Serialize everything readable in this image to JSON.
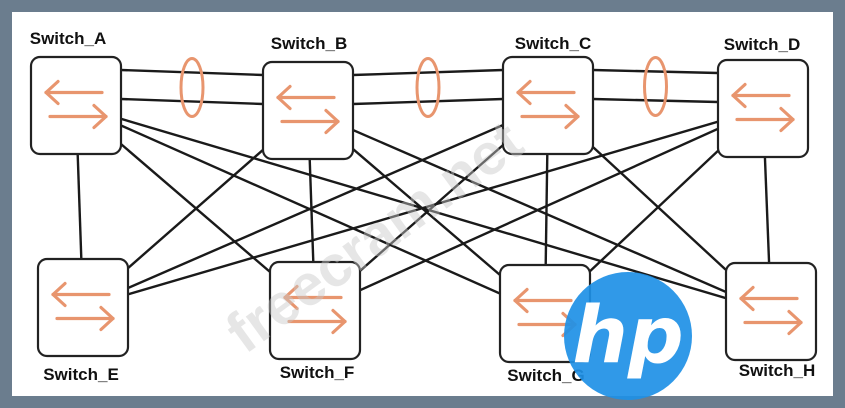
{
  "diagram": {
    "switches": [
      {
        "id": "A",
        "label": "Switch_A"
      },
      {
        "id": "B",
        "label": "Switch_B"
      },
      {
        "id": "C",
        "label": "Switch_C"
      },
      {
        "id": "D",
        "label": "Switch_D"
      },
      {
        "id": "E",
        "label": "Switch_E"
      },
      {
        "id": "F",
        "label": "Switch_F"
      },
      {
        "id": "G",
        "label": "Switch_G"
      },
      {
        "id": "H",
        "label": "Switch_H"
      }
    ],
    "links": [
      [
        "A",
        "B"
      ],
      [
        "A",
        "B"
      ],
      [
        "B",
        "C"
      ],
      [
        "B",
        "C"
      ],
      [
        "C",
        "D"
      ],
      [
        "C",
        "D"
      ],
      [
        "A",
        "E"
      ],
      [
        "A",
        "F"
      ],
      [
        "A",
        "G"
      ],
      [
        "A",
        "H"
      ],
      [
        "B",
        "E"
      ],
      [
        "B",
        "F"
      ],
      [
        "B",
        "G"
      ],
      [
        "B",
        "H"
      ],
      [
        "C",
        "E"
      ],
      [
        "C",
        "F"
      ],
      [
        "C",
        "G"
      ],
      [
        "C",
        "H"
      ],
      [
        "D",
        "E"
      ],
      [
        "D",
        "F"
      ],
      [
        "D",
        "G"
      ],
      [
        "D",
        "H"
      ]
    ],
    "link_aggregations": [
      [
        "A",
        "B"
      ],
      [
        "B",
        "C"
      ],
      [
        "C",
        "D"
      ]
    ]
  },
  "watermark": {
    "text": "freecram.net"
  },
  "logo": {
    "text": "hp"
  },
  "colors": {
    "frame": "#6b7d8e",
    "background": "#ffffff",
    "line": "#1a1a1a",
    "icon_arrow": "#e8956e",
    "lag_ellipse": "#e8956e",
    "logo_circle": "#1e90e6"
  }
}
